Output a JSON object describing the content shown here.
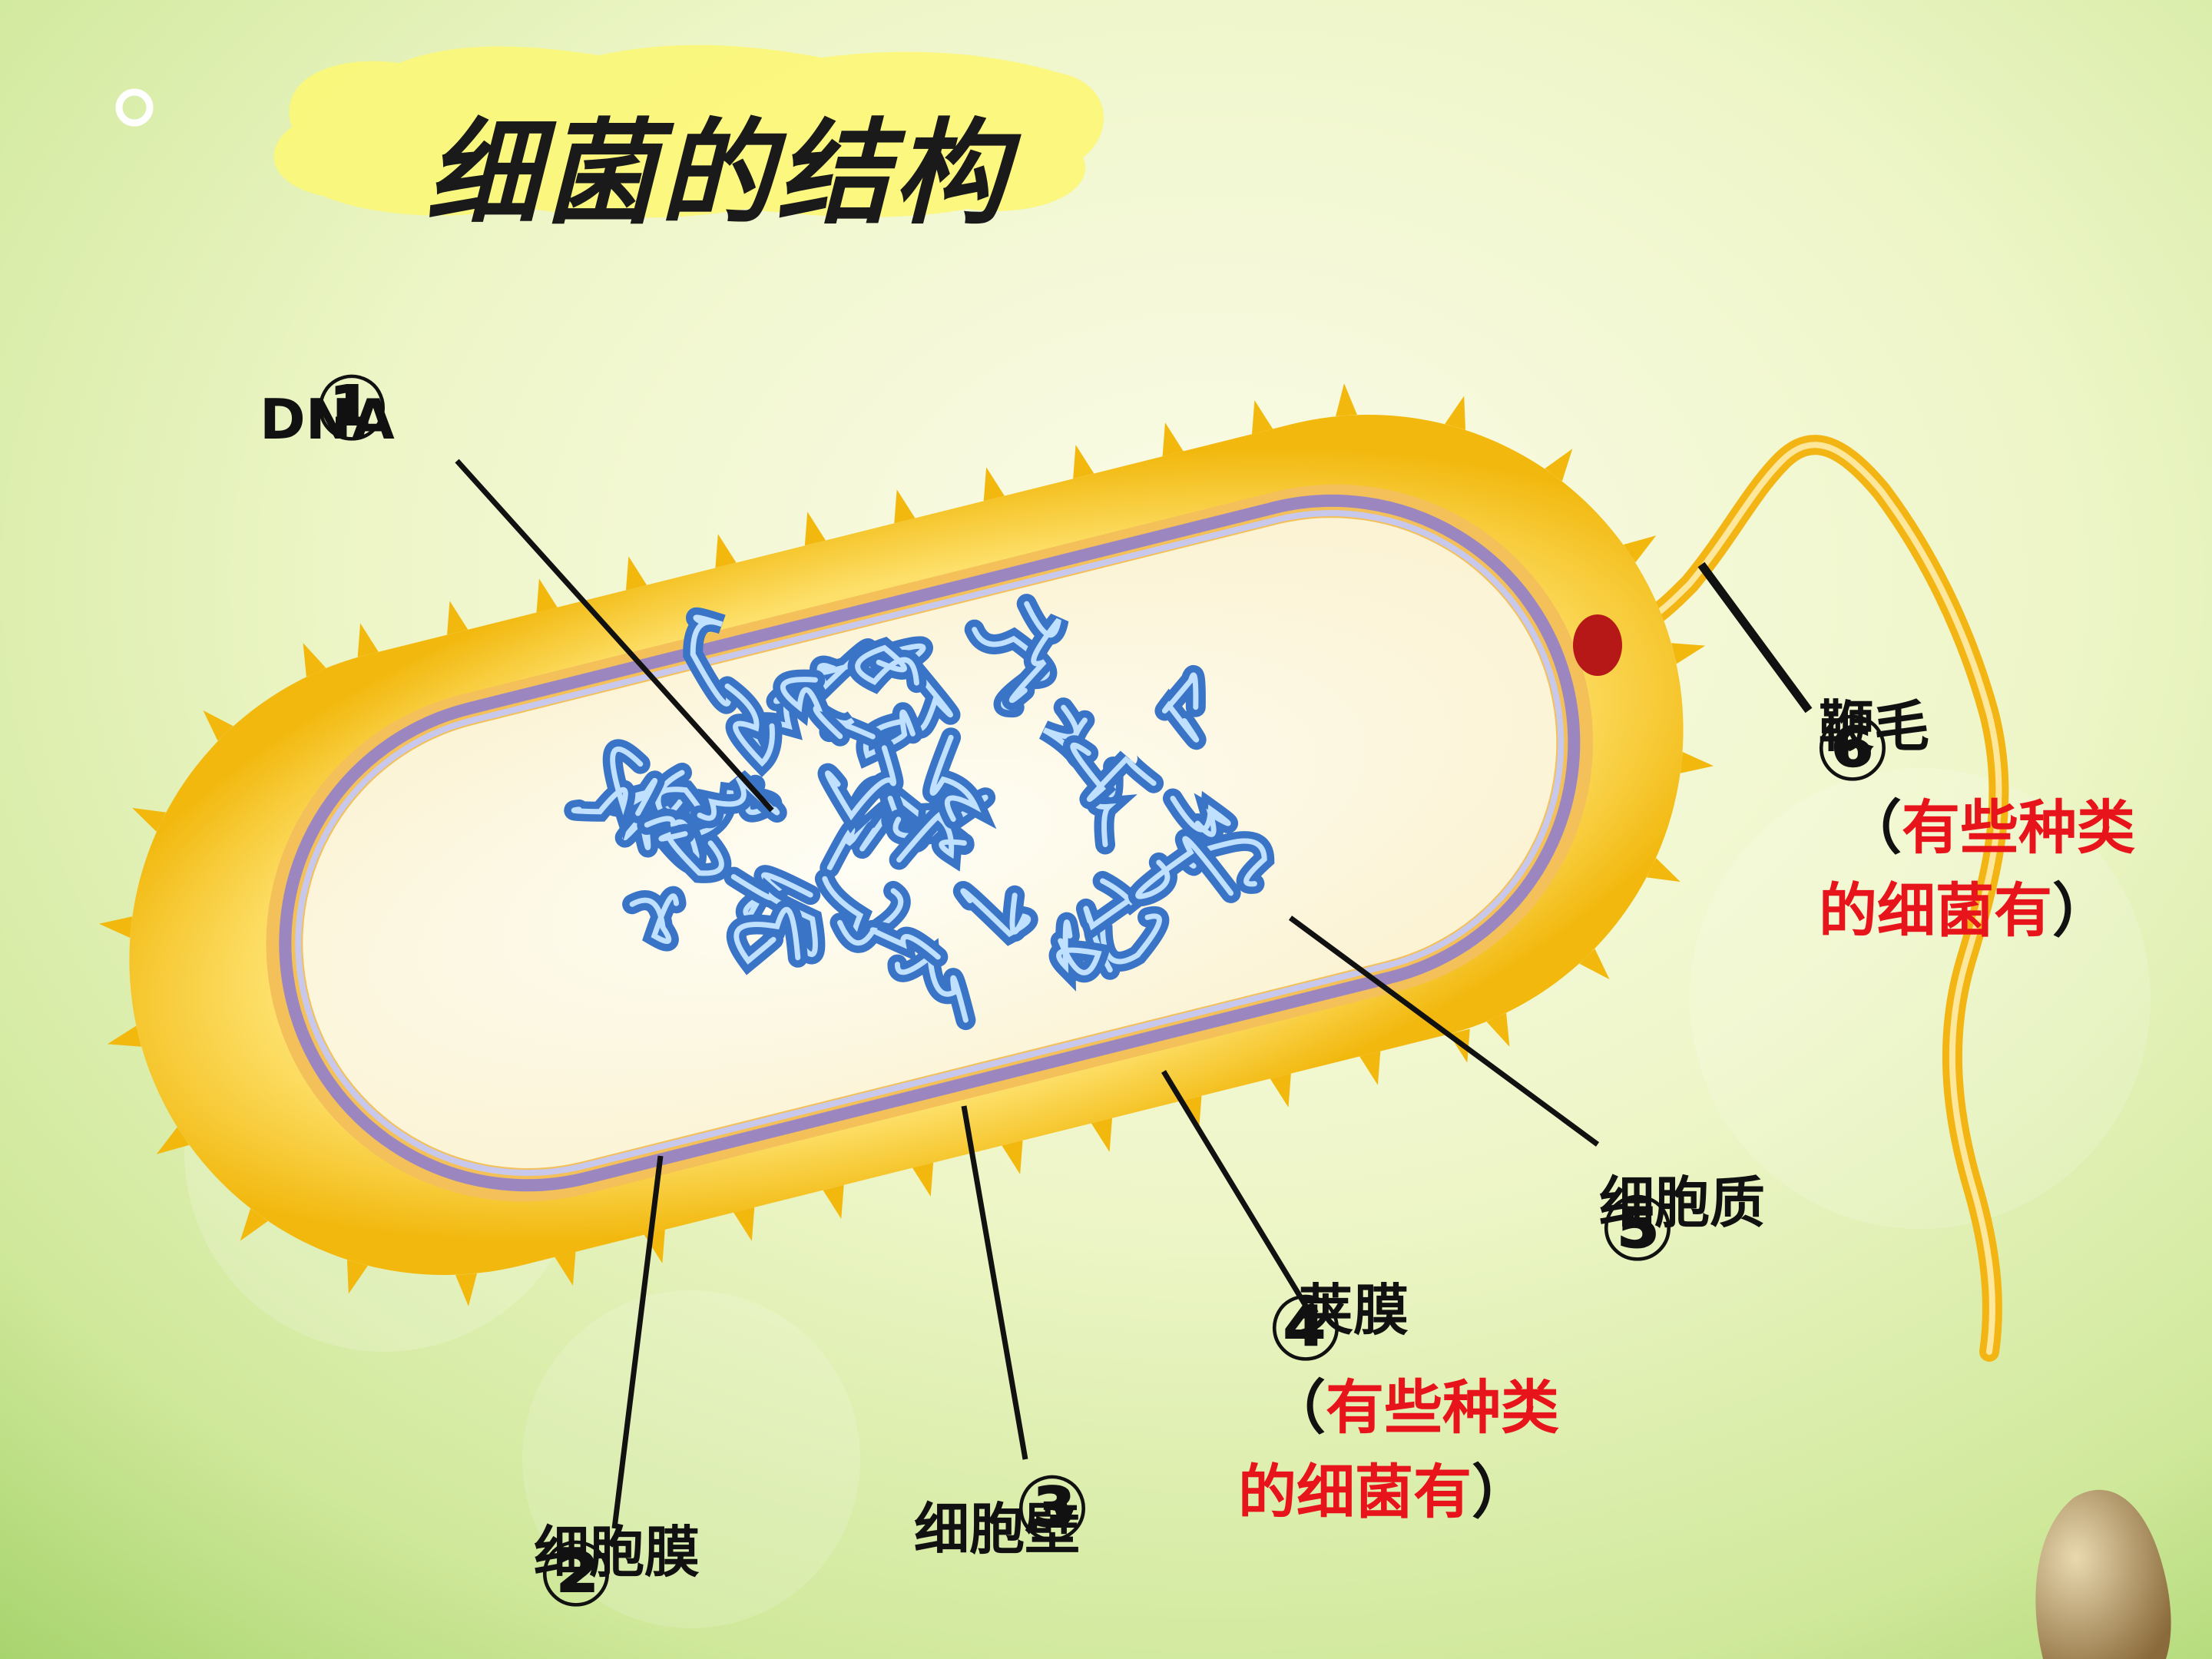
{
  "title": "细菌的结构",
  "labels": {
    "dna": {
      "number": "①",
      "name": "DNA"
    },
    "membrane": {
      "number": "②",
      "name": "细胞膜"
    },
    "wall": {
      "number": "③",
      "name": "细胞壁"
    },
    "capsule": {
      "number": "④",
      "name": "荚膜",
      "note_open": "（",
      "note_line1": "有些种类",
      "note_line2": "的细菌有",
      "note_close": "）"
    },
    "cytoplasm": {
      "number": "⑤",
      "name": "细胞质"
    },
    "flagellum": {
      "number": "⑥",
      "name": "鞭毛",
      "note_open": "（",
      "note_line1": "有些种类",
      "note_line2": "的细菌有",
      "note_close": "）"
    }
  },
  "colors": {
    "capsule_yellow": "#f6c21a",
    "membrane_purple": "#9c86c0",
    "dna_blue": "#3a74c6",
    "note_red": "#e8141b",
    "title_banner": "#fbf77a"
  }
}
